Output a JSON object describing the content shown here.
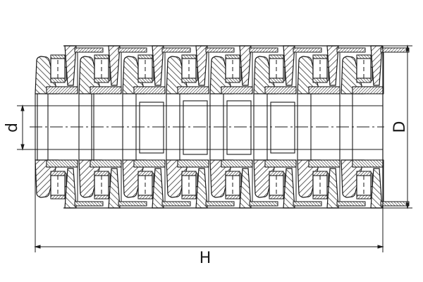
{
  "drawing": {
    "type": "engineering cross-section",
    "subject": "multi-row tapered roller bearing",
    "stages": 8,
    "line_color": "#1a1a1a",
    "background": "#ffffff"
  },
  "dimensions": {
    "bore": {
      "label": "d",
      "orientation": "vertical",
      "side": "left"
    },
    "outer_diameter": {
      "label": "D",
      "orientation": "vertical",
      "side": "right"
    },
    "height": {
      "label": "H",
      "orientation": "horizontal",
      "side": "bottom"
    }
  }
}
